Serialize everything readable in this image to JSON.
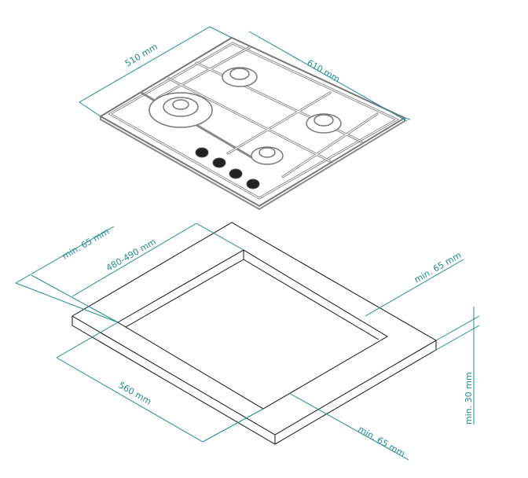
{
  "hob_dimensions": {
    "depth": "510 mm",
    "width": "610 mm"
  },
  "cutout_dimensions": {
    "min_back": "min. 65 mm",
    "cutout_depth": "480-490 mm",
    "cutout_width": "560 mm",
    "min_side_right": "min. 65 mm",
    "min_front": "min. 65 mm",
    "min_thickness": "min. 30 mm"
  },
  "colors": {
    "dimension": "#1f8c8c",
    "outline": "#111111"
  }
}
